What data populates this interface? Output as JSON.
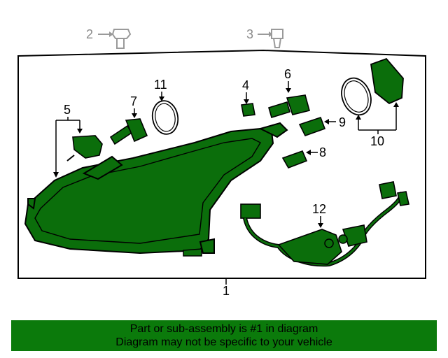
{
  "callouts": {
    "c1": "1",
    "c2": "2",
    "c3": "3",
    "c4": "4",
    "c5": "5",
    "c6": "6",
    "c7": "7",
    "c8": "8",
    "c9": "9",
    "c10": "10",
    "c11": "11",
    "c12": "12"
  },
  "banner": {
    "line1": "Part or sub-assembly is #1 in diagram",
    "line2": "Diagram may not be specific to your vehicle"
  },
  "colors": {
    "part_fill": "#0b6e0b",
    "banner_bg": "#0b7a0b",
    "outline": "#000000",
    "gray_part": "#9a9a9a"
  }
}
